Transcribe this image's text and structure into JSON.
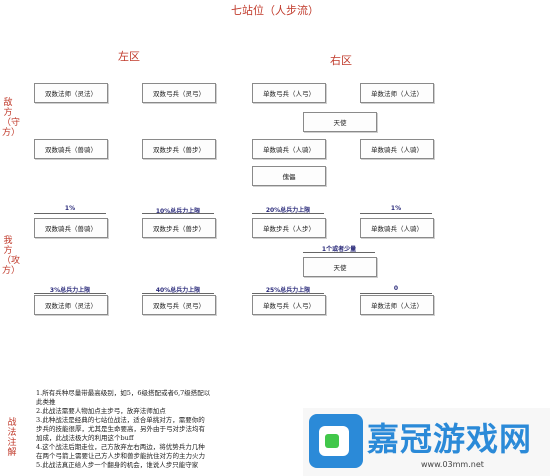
{
  "title": "七站位（人步流）",
  "zones": {
    "left": "左区",
    "right": "右区"
  },
  "sides": {
    "defense": "敌方（守方）",
    "attack": "我方（攻方）",
    "notes": "战法注解"
  },
  "defense": {
    "row1": [
      "双数法师（灵法）",
      "双数弓兵（灵弓）",
      "单数弓兵（人弓）",
      "单数法师（人法）"
    ],
    "angel": "天使",
    "row2": [
      "双数骑兵（兽骑）",
      "双数步兵（兽步）",
      "单数骑兵（人骑）",
      "单数骑兵（人骑）"
    ],
    "puppet": "傀儡"
  },
  "attack": {
    "row1_notes": [
      "1%",
      "10%总兵力上限",
      "20%总兵力上限",
      "1%"
    ],
    "row1": [
      "双数骑兵（兽骑）",
      "双数步兵（兽步）",
      "单数步兵（人步）",
      "单数骑兵（人骑）"
    ],
    "angel_note": "1个或者少量",
    "angel": "天使",
    "row2_notes": [
      "3%总兵力上限",
      "40%总兵力上限",
      "25%总兵力上限",
      "0"
    ],
    "row2": [
      "双数法师（灵法）",
      "双数弓兵（灵弓）",
      "单数弓兵（人弓）",
      "单数法师（人法）"
    ]
  },
  "rules": [
    "1.所有兵种尽量带最高级别，如5，6级搭配或者6,7级搭配以",
    "此类推",
    "2.此战法需要人物加点主步弓，放弃法师加点",
    "3.此种战法是经典的七站位战法，适合单挑对方，需要你的",
    "步兵的技能很厚，尤其是生命要高，另外由于弓对步法均有",
    "加成，此战法极大的利用这个buff",
    "4.这个战法后期走位，己方放弃左右两边，将优势兵力几种",
    "在两个弓箭上需要让己方人步和兽步能抗住对方的主力火力",
    "5.此战法真正给人步一个翻身的机会，谁说人步只能守家"
  ],
  "brand": {
    "name": "嘉冠游戏网",
    "url": "www.03mm.net"
  },
  "colors": {
    "red_text": "#c03a2b",
    "note_text": "#2a2a7a",
    "logo_blue": "#2b8ad8",
    "logo_green": "#41c74a"
  }
}
